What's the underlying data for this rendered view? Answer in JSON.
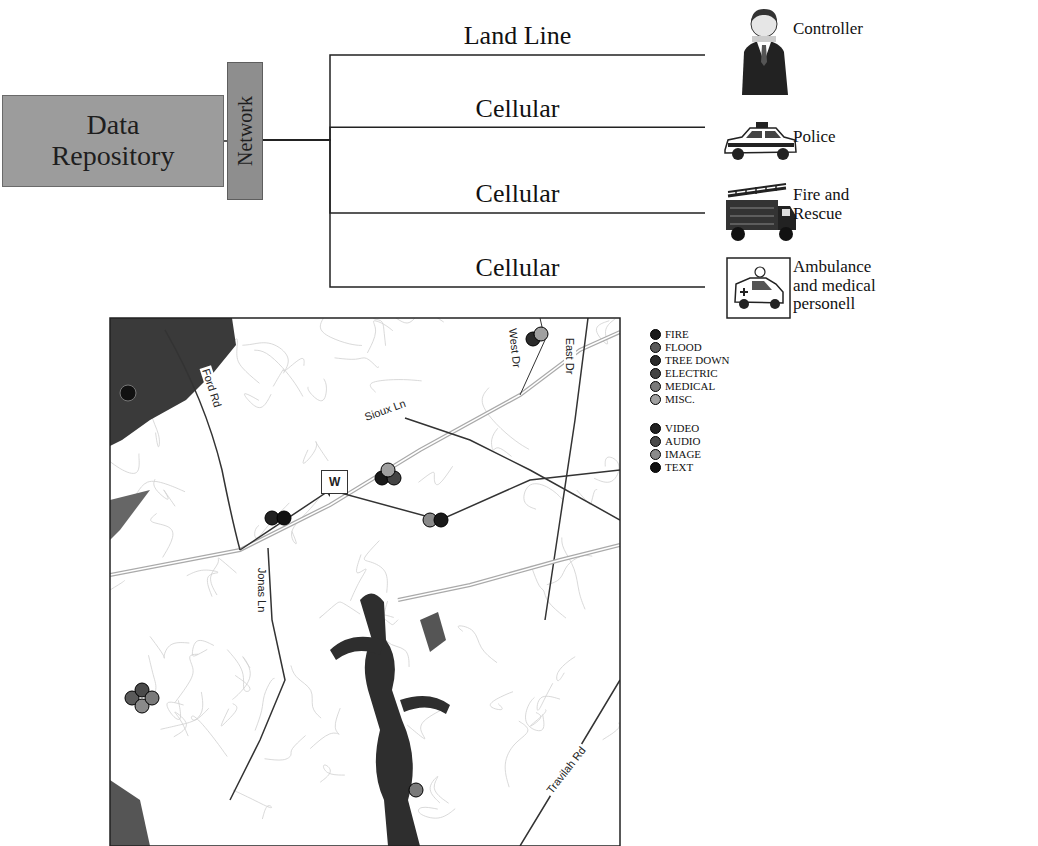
{
  "diagram": {
    "nodes": [
      {
        "text": [
          "Data Repository"
        ]
      },
      {
        "text": [
          "Network"
        ]
      },
      {
        "text": [
          "Controller"
        ]
      },
      {
        "text": [
          "Police"
        ]
      },
      {
        "text": [
          "Fire and Rescue"
        ]
      },
      {
        "text": [
          "Ambulance and medical personell"
        ]
      },
      {
        "text": [
          "W"
        ]
      }
    ],
    "edges": [
      {
        "from": 0,
        "to": 1,
        "arrow": "none"
      },
      {
        "from": 1,
        "to": 2,
        "label": "Land Line",
        "arrow": "none"
      },
      {
        "from": 1,
        "to": 3,
        "label": "Cellular",
        "arrow": "none"
      },
      {
        "from": 1,
        "to": 4,
        "label": "Cellular",
        "arrow": "none"
      },
      {
        "from": 1,
        "to": 5,
        "label": "Cellular",
        "arrow": "none"
      }
    ],
    "labels": [
      "Ford Rd",
      "Sioux Ln",
      "West Dr",
      "East Dr",
      "Jonas Ln",
      "Travilah Rd"
    ],
    "legend": [
      {
        "text": "FIRE",
        "color": "#1a1a1a"
      },
      {
        "text": "FLOOD",
        "color": "#5a5a5a"
      },
      {
        "text": "TREE DOWN",
        "color": "#2b2b2b"
      },
      {
        "text": "ELECTRIC",
        "color": "#444444"
      },
      {
        "text": "MEDICAL",
        "color": "#7a7a7a"
      },
      {
        "text": "MISC.",
        "color": "#a0a0a0"
      },
      {
        "text": "VIDEO",
        "color": "#222222"
      },
      {
        "text": "AUDIO",
        "color": "#4a4a4a"
      },
      {
        "text": "IMAGE",
        "color": "#8a8a8a"
      },
      {
        "text": "TEXT",
        "color": "#111111"
      }
    ]
  }
}
